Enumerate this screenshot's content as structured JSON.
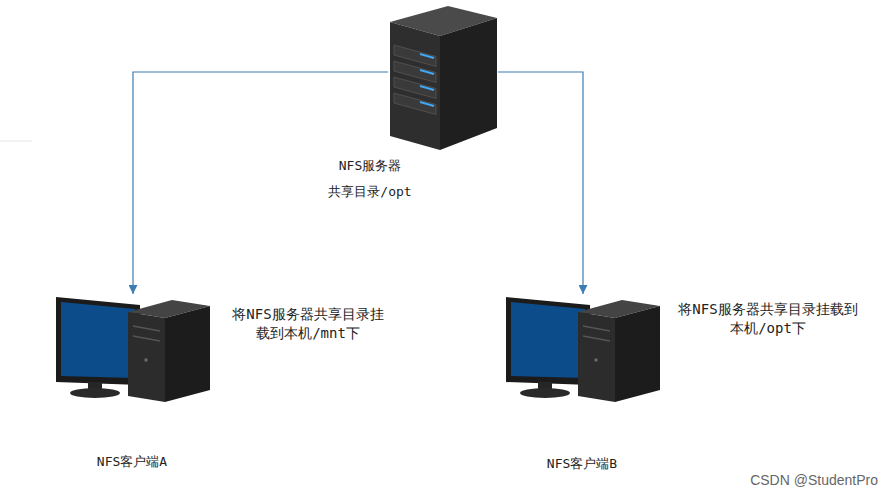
{
  "diagram": {
    "nodes": [
      {
        "text": [
          "NFS服务器",
          "共享目录/opt"
        ]
      },
      {
        "text": [
          "将NFS服务器共享目录挂 载到本机/mnt下",
          "NFS客户端A"
        ]
      },
      {
        "text": [
          "将NFS服务器共享目录挂载到 本机/opt下",
          "NFS客户端B"
        ]
      }
    ],
    "edges": [
      {
        "from": 0,
        "to": 1,
        "arrow": "to"
      },
      {
        "from": 0,
        "to": 2,
        "arrow": "to"
      }
    ],
    "labels": [
      "CSDN @StudentPro"
    ]
  }
}
